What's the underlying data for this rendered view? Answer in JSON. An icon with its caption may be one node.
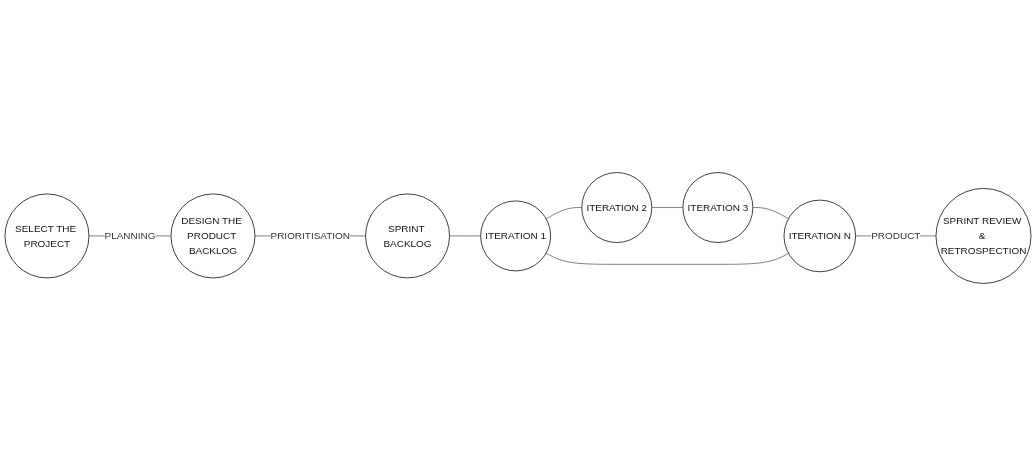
{
  "diagram": {
    "nodes": [
      {
        "text": [
          "SELECT THE PROJECT"
        ]
      },
      {
        "text": [
          "DESIGN THE PRODUCT BACKLOG"
        ]
      },
      {
        "text": [
          "SPRINT BACKLOG"
        ]
      },
      {
        "text": [
          "SPRINT REVIEW & RETROSPECTION"
        ]
      },
      {
        "text": [
          "ITERATION 1"
        ]
      },
      {
        "text": [
          "ITERATION N"
        ]
      },
      {
        "text": [
          "ITERATION 2"
        ]
      },
      {
        "text": [
          "ITERATION 3"
        ]
      }
    ],
    "edges": [
      {
        "from": 0,
        "to": 1,
        "arrow": "none",
        "label": "PLANNING"
      },
      {
        "from": 1,
        "to": 2,
        "arrow": "none",
        "label": "PRIORITISATION"
      },
      {
        "from": 2,
        "to": 4,
        "arrow": "none"
      },
      {
        "from": 4,
        "to": 6,
        "arrow": "none"
      },
      {
        "from": 6,
        "to": 7,
        "arrow": "none"
      },
      {
        "from": 7,
        "to": 5,
        "arrow": "none"
      },
      {
        "from": 5,
        "to": 4,
        "arrow": "none"
      },
      {
        "from": 5,
        "to": 3,
        "arrow": "none",
        "label": "PRODUCT"
      }
    ]
  }
}
